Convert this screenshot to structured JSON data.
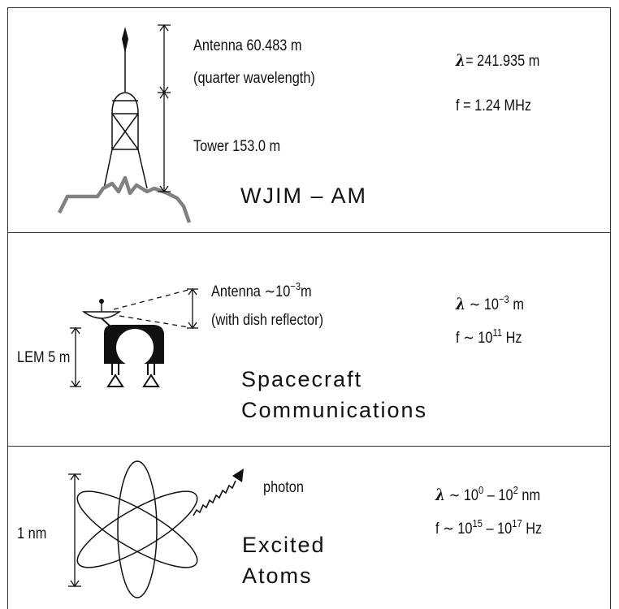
{
  "panels": {
    "radio": {
      "antenna_label": "Antenna 60.483 m",
      "antenna_note": "(quarter wavelength)",
      "tower_label": "Tower 153.0 m",
      "lambda_symbol": "λ",
      "lambda_value": "= 241.935 m",
      "frequency": "f = 1.24 MHz",
      "station": "WJIM – AM"
    },
    "spacecraft": {
      "antenna_label": "Antenna ∼10",
      "antenna_exp": "−3",
      "antenna_unit": "m",
      "antenna_note": "(with dish reflector)",
      "lem_label": "LEM 5 m",
      "lambda_symbol": "λ",
      "lambda_base": " ∼ 10",
      "lambda_exp": "−3",
      "lambda_unit": " m",
      "freq_base": "f ∼ 10",
      "freq_exp": "11",
      "freq_unit": " Hz",
      "title_line1": "Spacecraft",
      "title_line2": "Communications"
    },
    "atoms": {
      "photon_label": "photon",
      "size_label": "1 nm",
      "lambda_symbol": "λ",
      "lambda_base": " ∼ 10",
      "lambda_exp1": "0",
      "lambda_mid": " – 10",
      "lambda_exp2": "2",
      "lambda_unit": " nm",
      "freq_base": "f ∼ 10",
      "freq_exp1": "15",
      "freq_mid": " – 10",
      "freq_exp2": "17",
      "freq_unit": " Hz",
      "title_line1": "Excited",
      "title_line2": "Atoms"
    }
  },
  "colors": {
    "ink": "#111111",
    "ground": "#808080"
  }
}
